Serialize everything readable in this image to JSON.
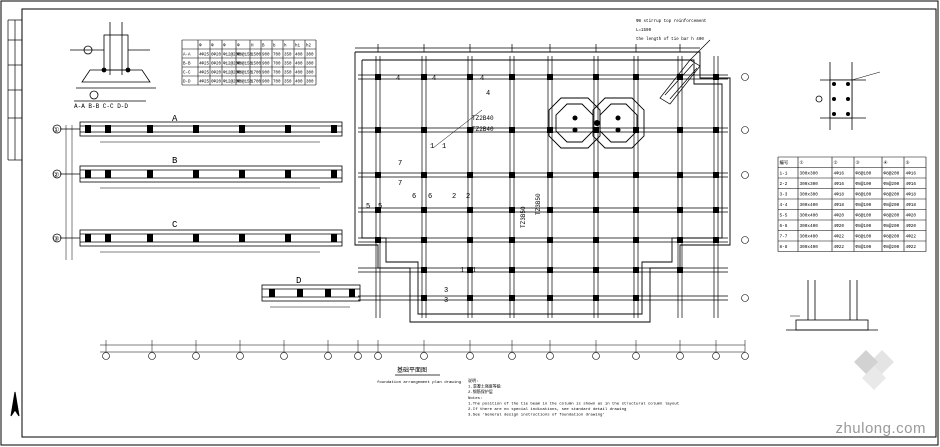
{
  "section_label": "A-A B-B C-C D-D",
  "pile_table": {
    "headers": [
      "",
      "Φ",
      "Φ",
      "Φ",
      "Φ",
      "H",
      "B",
      "b",
      "h",
      "h1",
      "h2"
    ],
    "rows": [
      [
        "A-A",
        "4Φ25",
        "6Φ20",
        "Φ12@200",
        "Φ8@150",
        "1500",
        "900",
        "700",
        "350",
        "400",
        "300"
      ],
      [
        "B-B",
        "4Φ25",
        "6Φ20",
        "Φ12@200",
        "Φ8@150",
        "1500",
        "900",
        "700",
        "350",
        "400",
        "300"
      ],
      [
        "C-C",
        "4Φ25",
        "6Φ20",
        "Φ12@200",
        "Φ8@150",
        "1700",
        "900",
        "700",
        "350",
        "400",
        "300"
      ],
      [
        "D-D",
        "4Φ25",
        "6Φ20",
        "Φ12@200",
        "Φ8@150",
        "1700",
        "900",
        "700",
        "350",
        "400",
        "300"
      ]
    ]
  },
  "beam_labels": [
    "A",
    "B",
    "C",
    "D"
  ],
  "grid_rows": [
    "①",
    "②",
    "③"
  ],
  "plan_labels": {
    "tz_a": "TZ2B40",
    "tz_b": "TZ2B40",
    "tz_v1": "TZ3B50",
    "tz_v2": "TZ3B50"
  },
  "section_marks": [
    "4",
    "4",
    "4",
    "4",
    "1",
    "1",
    "7",
    "7",
    "6",
    "6",
    "2",
    "2",
    "3",
    "3",
    "5",
    "5",
    "1",
    "1"
  ],
  "note_top_right": [
    "Φ8 stirrup top reinforcement",
    "L=1500",
    "the length of tie bar h 400"
  ],
  "column_table": {
    "headers": [
      "编号",
      "①",
      "②",
      "③",
      "④",
      "⑤"
    ],
    "rows": [
      [
        "1-1",
        "300x300",
        "4Φ16",
        "Φ8@100",
        "Φ8@200",
        "4Φ16"
      ],
      [
        "2-2",
        "300x300",
        "4Φ16",
        "Φ8@100",
        "Φ8@200",
        "4Φ16"
      ],
      [
        "3-3",
        "300x300",
        "4Φ18",
        "Φ8@100",
        "Φ8@200",
        "4Φ18"
      ],
      [
        "4-4",
        "300x400",
        "4Φ18",
        "Φ8@100",
        "Φ8@200",
        "4Φ18"
      ],
      [
        "5-5",
        "300x400",
        "4Φ20",
        "Φ8@100",
        "Φ8@200",
        "4Φ20"
      ],
      [
        "6-6",
        "300x400",
        "4Φ20",
        "Φ8@100",
        "Φ8@200",
        "4Φ20"
      ],
      [
        "7-7",
        "300x400",
        "4Φ22",
        "Φ8@100",
        "Φ8@200",
        "4Φ22"
      ],
      [
        "8-8",
        "300x400",
        "4Φ22",
        "Φ8@100",
        "Φ8@200",
        "4Φ22"
      ]
    ]
  },
  "plan_title": "基础平面图",
  "plan_subtitle": "foundation arrangement plan drawing",
  "notes": [
    "说明:",
    "1.混凝土强度等级",
    "2.钢筋保护层",
    "Notes:",
    "1.The position of the tie beam in the column is shown as in the structural column layout",
    "2.If there are no special indications, see standard detail drawing",
    "3.See 'General design instructions of foundation drawing'"
  ],
  "watermark": "zhulong.com",
  "colors": {
    "line": "#000000",
    "bg": "#ffffff",
    "watermark": "#9a9a9a"
  }
}
